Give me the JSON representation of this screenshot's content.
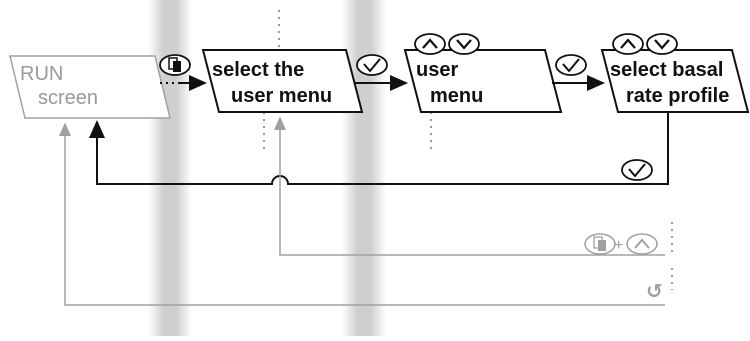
{
  "nodes": {
    "run": {
      "line1": "RUN",
      "line2": "screen"
    },
    "select_user_menu": {
      "line1": "select the",
      "line2": "user menu"
    },
    "user_menu": {
      "line1": "user",
      "line2": "menu"
    },
    "select_basal": {
      "line1": "select basal",
      "line2": "rate profile"
    }
  },
  "symbols": {
    "plus": "+",
    "back_glyph": "↺"
  },
  "icons": [
    "menu-key-icon",
    "check-key-icon",
    "up-key-icon",
    "down-key-icon",
    "back-arrow-icon"
  ],
  "colors": {
    "active_line": "#111111",
    "inactive_line": "#a0a0a0",
    "band": "#c8c8c8"
  }
}
